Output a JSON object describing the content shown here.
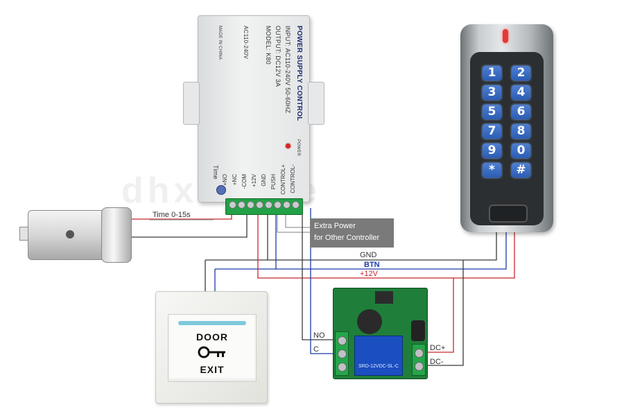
{
  "power_supply": {
    "title": "POWER SUPPLY CONTROL",
    "line1": "INPUT: AC110-240V 50-60HZ",
    "line2": "OUTPUT: DC12V 3A",
    "line3": "MODEL: K80",
    "line4": "AC110-240V",
    "line5": "MADE IN CHINA",
    "power_label": "POWER",
    "time_label": "Time",
    "terminals": [
      "+NO",
      "+NC",
      "-COM",
      "+12V",
      "GND",
      "PUSH",
      "CONTROL+",
      "CONTROL-"
    ],
    "led_color": "#d8261e"
  },
  "keypad": {
    "keys": [
      "1",
      "2",
      "3",
      "4",
      "5",
      "6",
      "7",
      "8",
      "9",
      "0",
      "*",
      "#"
    ],
    "led_color": "#e53935"
  },
  "exit_button": {
    "top_text": "DOOR",
    "bottom_text": "EXIT",
    "icon": "key-icon"
  },
  "relay": {
    "chip_text": "SRD-12VDC-SL-C"
  },
  "labels": {
    "time": "Time 0-15s",
    "extra_power": [
      "Extra Power",
      "for Other Controller"
    ],
    "gnd": "GND",
    "btn": "BTN",
    "v12": "+12V",
    "no": "NO",
    "c": "C",
    "dc_plus": "DC+",
    "dc_minus": "DC-"
  },
  "watermark": "dhx store",
  "colors": {
    "gnd": "#3a3a3a",
    "btn": "#1c3aa8",
    "v12": "#c8272d",
    "grey": "#9a9a9a"
  }
}
